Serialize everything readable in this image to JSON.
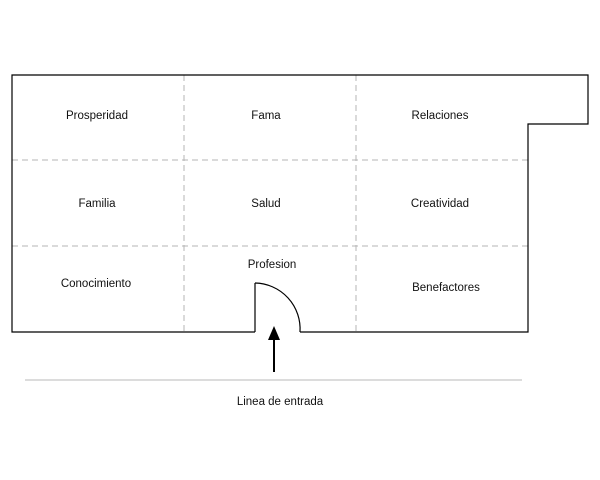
{
  "zones": {
    "prosperidad": "Prosperidad",
    "fama": "Fama",
    "relaciones": "Relaciones",
    "familia": "Familia",
    "salud": "Salud",
    "creatividad": "Creatividad",
    "conocimiento": "Conocimiento",
    "profesion": "Profesion",
    "benefactores": "Benefactores"
  },
  "entrance_label": "Linea de entrada"
}
